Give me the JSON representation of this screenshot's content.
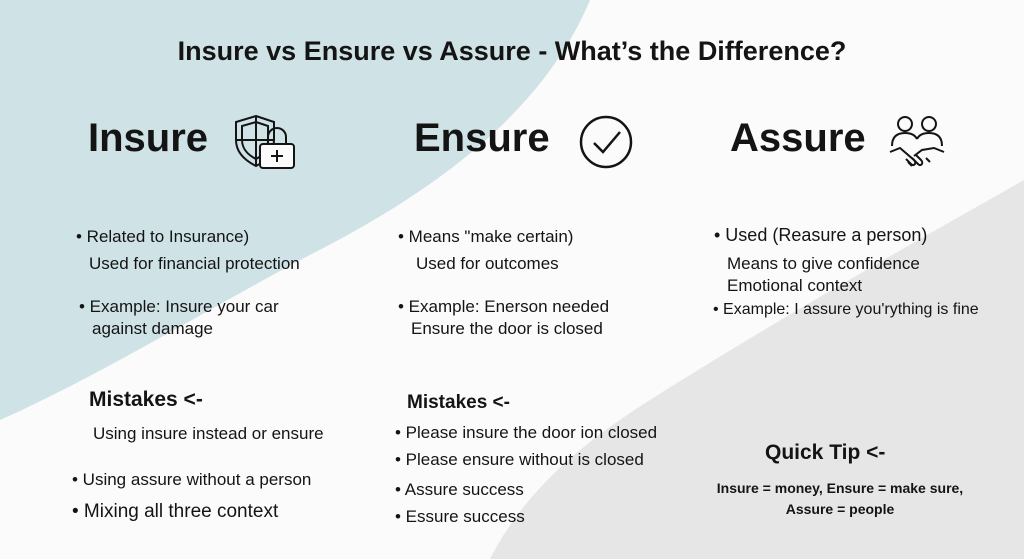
{
  "title": "Insure vs Ensure vs Assure - What’s the Difference?",
  "colors": {
    "blue_region": "#cfe2e6",
    "gray_region": "#e6e6e6",
    "text": "#141414"
  },
  "columns": [
    {
      "heading": "Insure",
      "icon": "shield-lock-icon",
      "lines": [
        "• Related to Insurance)",
        "Used for financial protection",
        "• Example: Insure your car",
        "against damage"
      ],
      "mistakes_heading": "Mistakes <-",
      "mistakes": [
        "Using insure instead or ensure",
        "• Using assure without a person",
        "• Mixing all three context"
      ]
    },
    {
      "heading": "Ensure",
      "icon": "check-circle-icon",
      "lines": [
        "• Means \"make certain)",
        "Used for outcomes",
        "• Example: Enerson needed",
        "Ensure the door is closed"
      ],
      "mistakes_heading": "Mistakes <-",
      "mistakes": [
        "• Please insure the door ion closed",
        "• Please ensure without is closed",
        "• Assure success",
        "• Essure success"
      ]
    },
    {
      "heading": "Assure",
      "icon": "handshake-people-icon",
      "lines": [
        "• Used (Reasure a person)",
        "Means to give confidence",
        "Emotional context",
        "• Example: I assure you'rything is fine"
      ]
    }
  ],
  "quick_tip": {
    "heading": "Quick Tip <-",
    "line1": "Insure = money, Ensure = make sure,",
    "line2": "Assure = people"
  }
}
